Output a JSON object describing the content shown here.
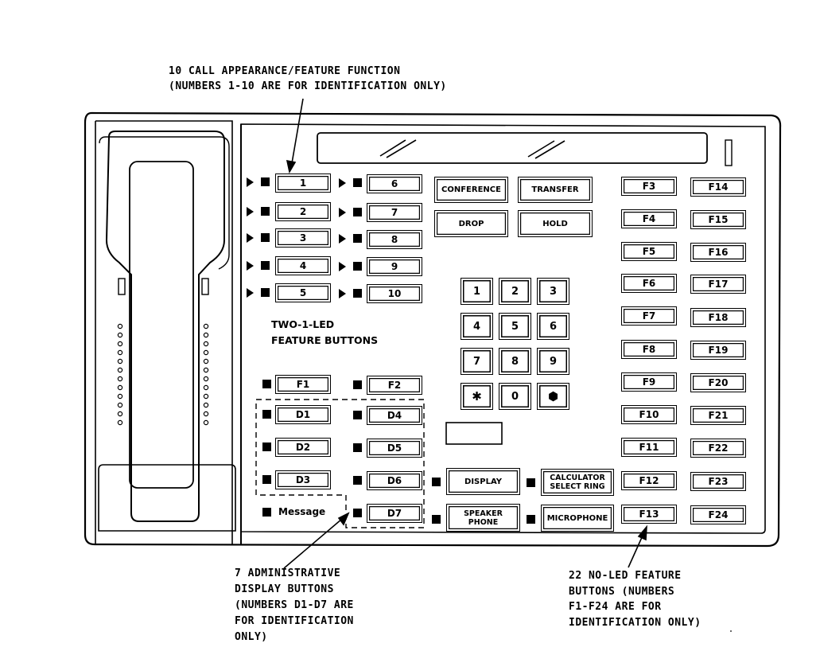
{
  "callouts": {
    "top_line1": "10 CALL APPEARANCE/FEATURE FUNCTION",
    "top_line2": "(NUMBERS 1-10 ARE FOR IDENTIFICATION ONLY)",
    "admin_line1": "7 ADMINISTRATIVE",
    "admin_line2": "DISPLAY BUTTONS",
    "admin_line3": "(NUMBERS D1-D7 ARE",
    "admin_line4": "FOR IDENTIFICATION",
    "admin_line5": "ONLY)",
    "noled_line1": "22 NO-LED FEATURE",
    "noled_line2": "BUTTONS (NUMBERS",
    "noled_line3": "F1-F24 ARE FOR",
    "noled_line4": "IDENTIFICATION ONLY)"
  },
  "two_led_label": {
    "line1": "TWO-1-LED",
    "line2": "FEATURE BUTTONS"
  },
  "call_appearances": [
    "1",
    "2",
    "3",
    "4",
    "5",
    "6",
    "7",
    "8",
    "9",
    "10"
  ],
  "feature_led": [
    "F1",
    "F2"
  ],
  "display_buttons": [
    "D1",
    "D2",
    "D3",
    "D4",
    "D5",
    "D6",
    "D7"
  ],
  "message_label": "Message",
  "function_buttons": {
    "conference": "CONFERENCE",
    "transfer": "TRANSFER",
    "drop": "DROP",
    "hold": "HOLD",
    "display": "DISPLAY",
    "calculator_line1": "CALCULATOR",
    "calculator_line2": "SELECT RING",
    "speaker_line1": "SPEAKER",
    "speaker_line2": "PHONE",
    "microphone": "MICROPHONE"
  },
  "dialpad": [
    "1",
    "2",
    "3",
    "4",
    "5",
    "6",
    "7",
    "8",
    "9",
    "✱",
    "0",
    "⬢"
  ],
  "feature_left": [
    "F3",
    "F4",
    "F5",
    "F6",
    "F7",
    "F8",
    "F9",
    "F10",
    "F11",
    "F12",
    "F13"
  ],
  "feature_right": [
    "F14",
    "F15",
    "F16",
    "F17",
    "F18",
    "F19",
    "F20",
    "F21",
    "F22",
    "F23",
    "F24"
  ]
}
